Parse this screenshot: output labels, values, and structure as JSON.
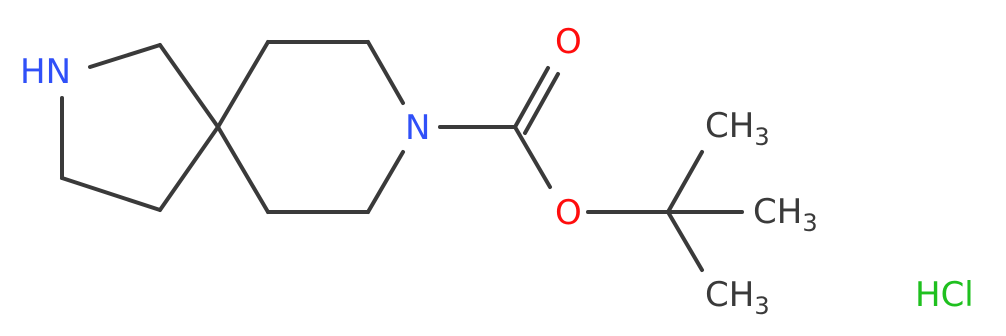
{
  "atoms": {
    "nh": "HN",
    "n": "N",
    "o_carbonyl": "O",
    "o_ester": "O",
    "ch3_top": {
      "main": "CH",
      "sub": "3"
    },
    "ch3_mid": {
      "main": "CH",
      "sub": "3"
    },
    "ch3_bot": {
      "main": "CH",
      "sub": "3"
    },
    "salt": "HCl"
  },
  "colors": {
    "nitrogen": "#3050F8",
    "oxygen": "#FF0D0D",
    "carbon": "#3a3a3a",
    "chlorine": "#1FC01F"
  }
}
